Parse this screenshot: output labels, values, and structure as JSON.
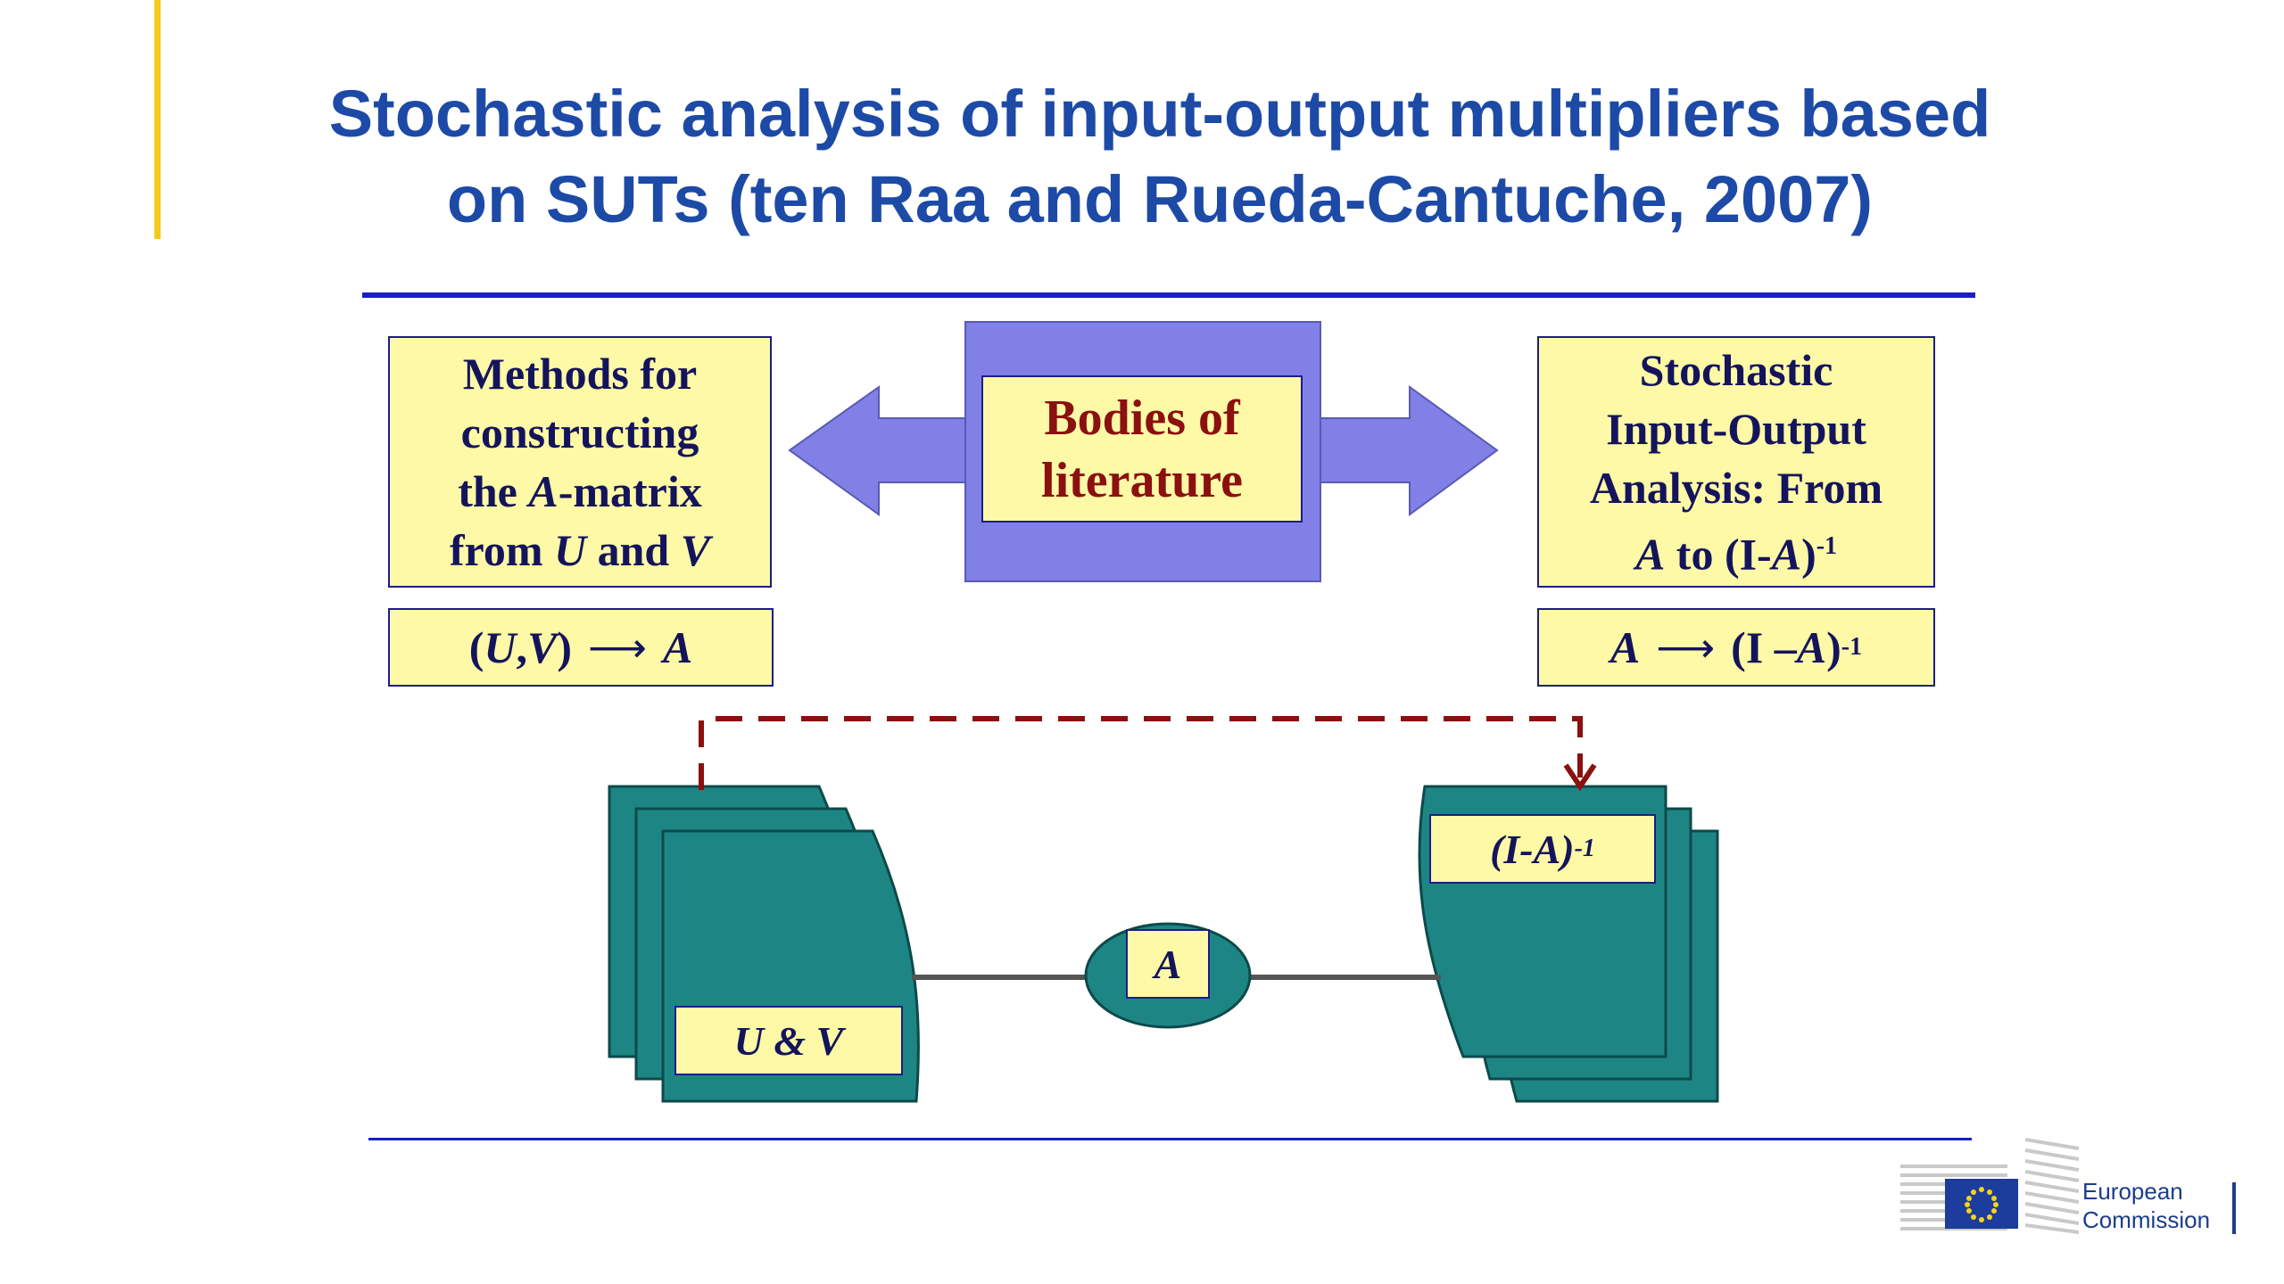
{
  "title": {
    "line1": "Stochastic analysis of input-output multipliers based",
    "line2": "on SUTs (ten Raa and Rueda-Cantuche, 2007)"
  },
  "colors": {
    "title": "#1c4aa6",
    "rule": "#1a1fc4",
    "accent_bar": "#f6c91a",
    "box_fill": "#fdf9a6",
    "purple": "#8080e6",
    "teal": "#1e8585",
    "dashed_arrow": "#8b1010"
  },
  "left_box": {
    "line1": "Methods for",
    "line2": "constructing",
    "line3_pre": "the ",
    "line3_italic": "A",
    "line3_post": "-matrix",
    "line4_pre": "from ",
    "line4_u": "U",
    "line4_mid": " and ",
    "line4_v": "V"
  },
  "left_formula": {
    "open": "( ",
    "u": "U",
    "comma": ",",
    "v": "V",
    "close": " )",
    "arrow": "⟶",
    "a": "A"
  },
  "center_box": {
    "line1": "Bodies of",
    "line2": "literature"
  },
  "right_box": {
    "line1": "Stochastic",
    "line2": "Input-Output",
    "line3": "Analysis: From",
    "line4_a": "A",
    "line4_mid": " to (I-",
    "line4_a2": "A",
    "line4_close": ")",
    "line4_sup": "-1"
  },
  "right_formula": {
    "a": "A",
    "arrow": "⟶",
    "open": "(I – ",
    "a2": "A",
    "close": ")",
    "sup": "-1"
  },
  "uv_label": "U & V",
  "a_label": "A",
  "inverse_label": {
    "base": "(I-A)",
    "sup": "-1"
  },
  "logo": {
    "line1": "European",
    "line2": "Commission",
    "icon": "eu-flag-icon"
  }
}
